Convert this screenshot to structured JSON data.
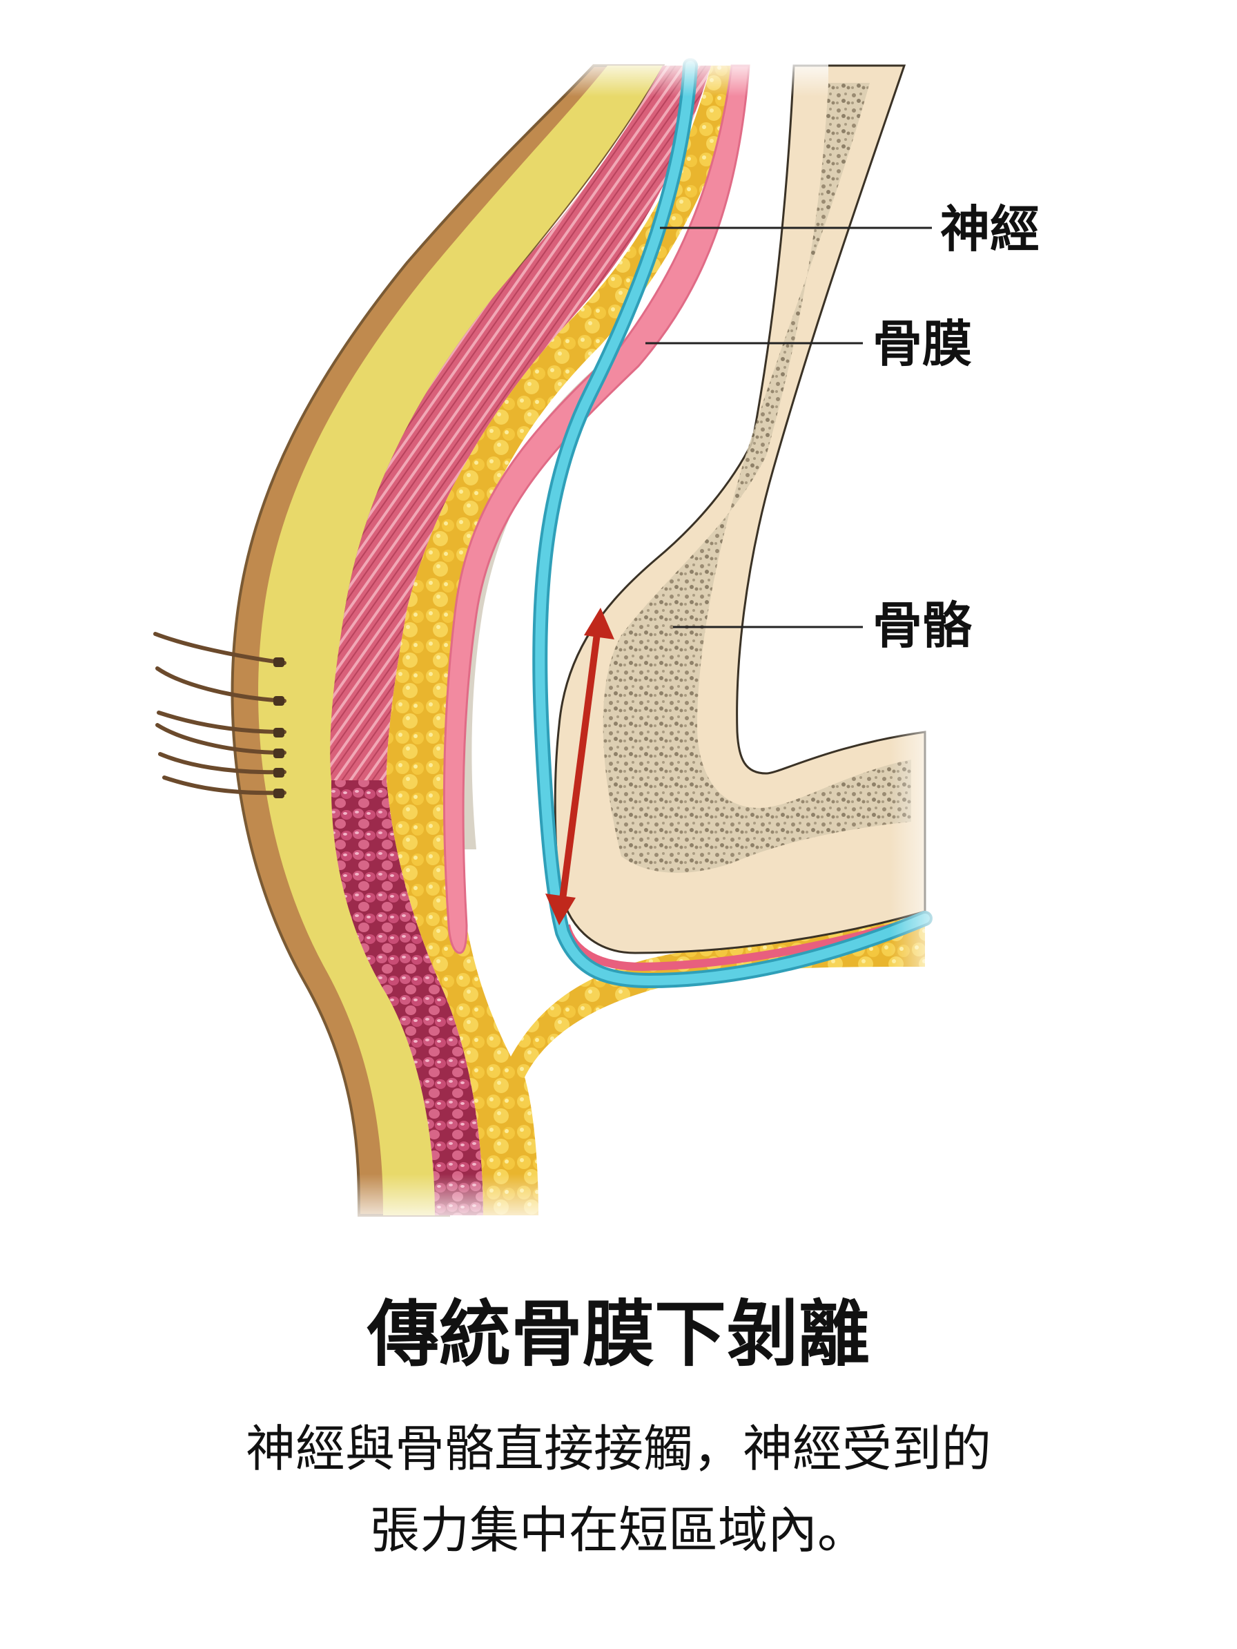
{
  "labels": {
    "nerve": "神經",
    "periosteum": "骨膜",
    "bone": "骨骼"
  },
  "caption": {
    "title": "傳統骨膜下剝離",
    "line1": "神經與骨骼直接接觸，神經受到的",
    "line2": "張力集中在短區域內。"
  },
  "colors": {
    "skin_edge": "#c08a4e",
    "fat_layer": "#e8d96a",
    "muscle": "#d9607a",
    "fat_globules": "#f0c23c",
    "periosteum": "#f28aa0",
    "nerve": "#4fc6da",
    "bone": "#f3e1c4",
    "bone_marrow": "#8a7c64",
    "arrow": "#c0281c",
    "hair": "#6b4a2c"
  }
}
